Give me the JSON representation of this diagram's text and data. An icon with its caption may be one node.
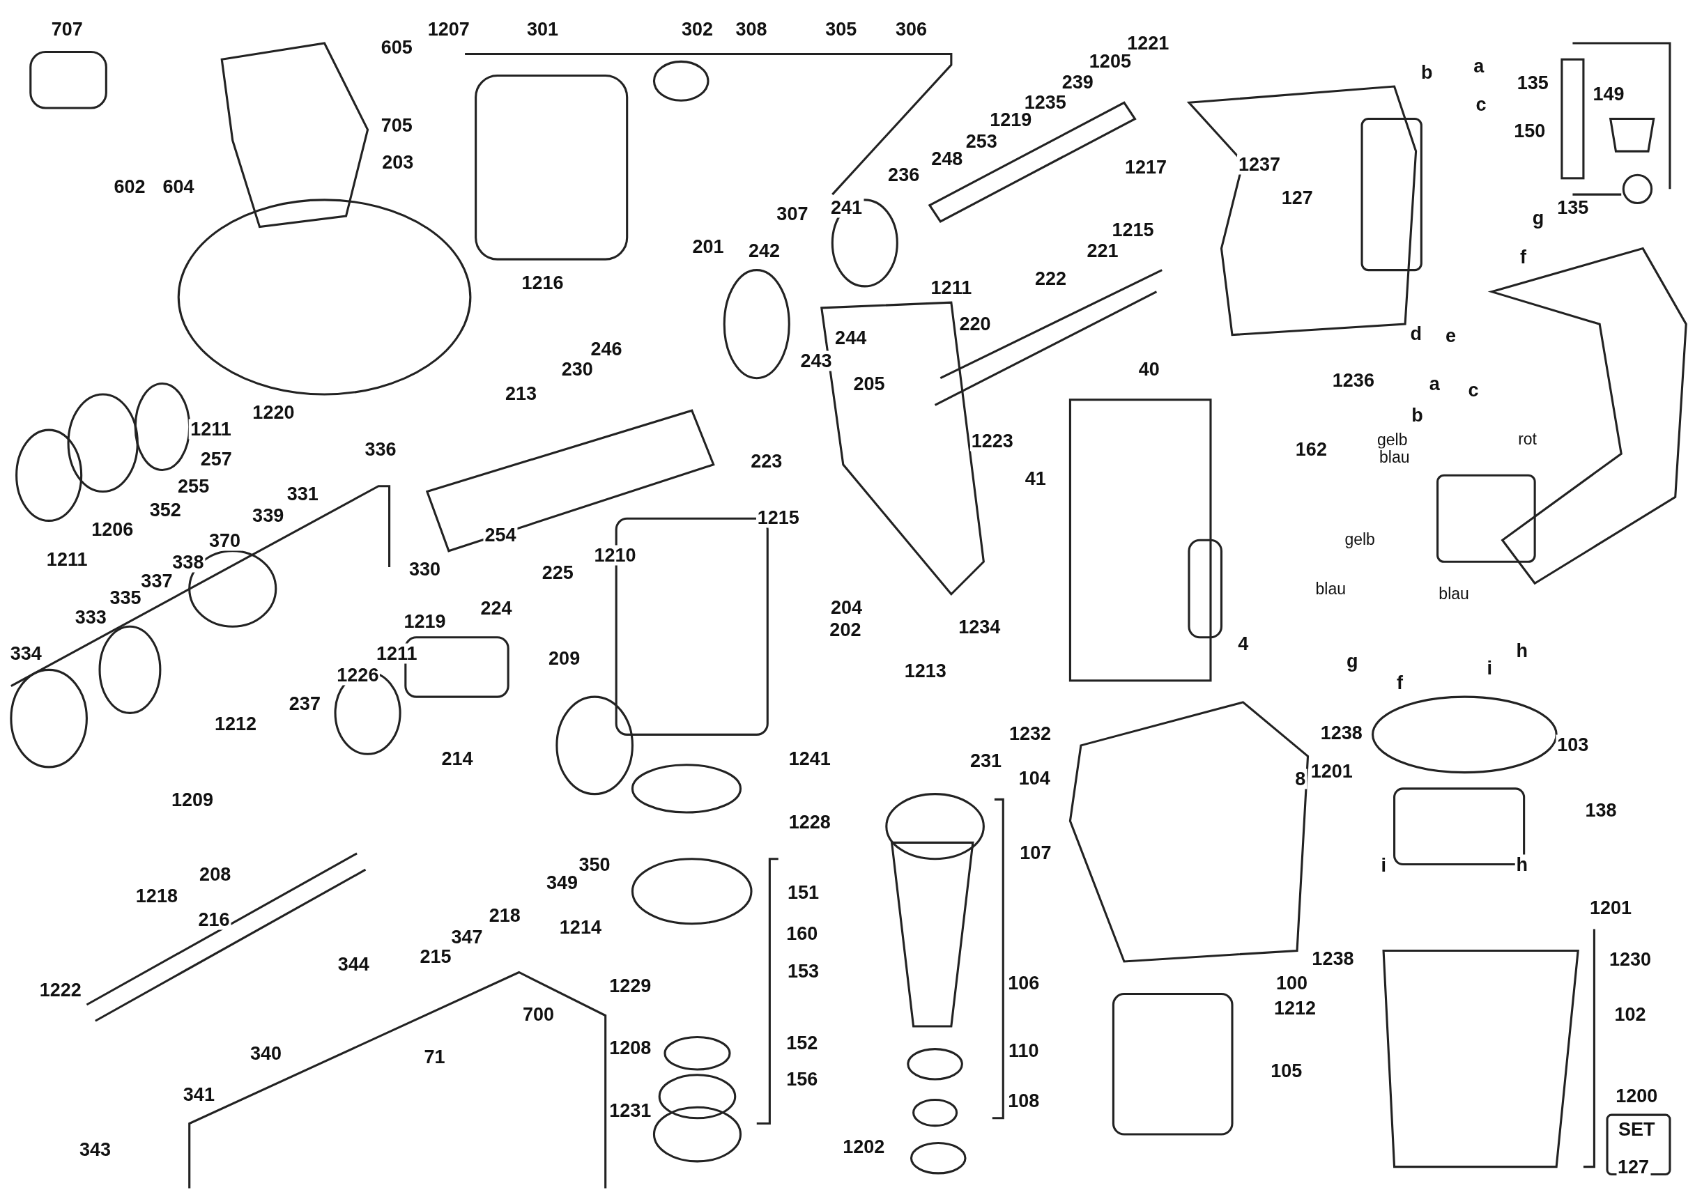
{
  "diagram": {
    "labels": [
      "707",
      "605",
      "1207",
      "301",
      "302",
      "308",
      "305",
      "306",
      "1205",
      "1221",
      "239",
      "1235",
      "705",
      "1219",
      "253",
      "1217",
      "602",
      "604",
      "203",
      "248",
      "236",
      "201",
      "307",
      "241",
      "1237",
      "127",
      "b",
      "a",
      "c",
      "150",
      "135",
      "149",
      "135",
      "g",
      "f",
      "d",
      "e",
      "1215",
      "221",
      "222",
      "1211",
      "242",
      "244",
      "220",
      "1216",
      "246",
      "243",
      "230",
      "40",
      "1236",
      "a",
      "c",
      "b",
      "gelb",
      "rot",
      "blau",
      "162",
      "41",
      "205",
      "1223",
      "1220",
      "1211",
      "213",
      "223",
      "1215",
      "257",
      "255",
      "352",
      "1206",
      "1211",
      "336",
      "331",
      "339",
      "370",
      "338",
      "337",
      "335",
      "333",
      "334",
      "330",
      "1219",
      "254",
      "1210",
      "225",
      "224",
      "209",
      "204",
      "202",
      "1234",
      "1213",
      "231",
      "1232",
      "gelb",
      "blau",
      "blau",
      "4",
      "g",
      "f",
      "i",
      "h",
      "1226",
      "1211",
      "1212",
      "237",
      "1209",
      "214",
      "208",
      "1218",
      "216",
      "218",
      "347",
      "215",
      "344",
      "349",
      "350",
      "1241",
      "1228",
      "151",
      "160",
      "1214",
      "153",
      "1229",
      "1208",
      "152",
      "156",
      "1231",
      "1222",
      "340",
      "700",
      "341",
      "343",
      "71",
      "107",
      "106",
      "110",
      "108",
      "1202",
      "104",
      "1238",
      "8",
      "100",
      "1238",
      "1212",
      "105",
      "103",
      "1201",
      "138",
      "i",
      "h",
      "1201",
      "1230",
      "102",
      "1200",
      "SET",
      "127"
    ]
  }
}
